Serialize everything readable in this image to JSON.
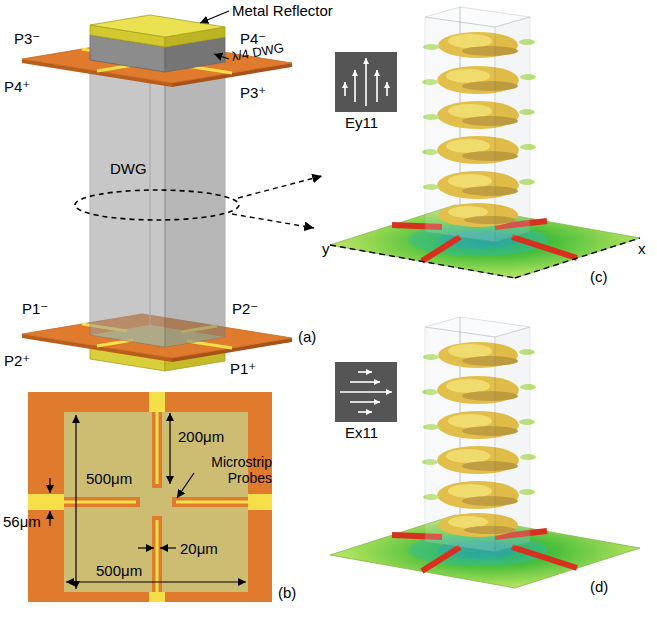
{
  "diagram": {
    "labels": [
      "Metal Reflector",
      "P3⁻",
      "P4⁻",
      "λ/4 DWG",
      "P4⁺",
      "P3⁺",
      "DWG",
      "P1⁻",
      "P2⁻",
      "P2⁺",
      "P1⁺",
      "(a)",
      "500μm",
      "200μm",
      "Microstrip Probes",
      "56μm",
      "20μm",
      "500μm",
      "(b)",
      "y",
      "x",
      "Ey11",
      "(c)",
      "Ex11",
      "(d)"
    ]
  }
}
